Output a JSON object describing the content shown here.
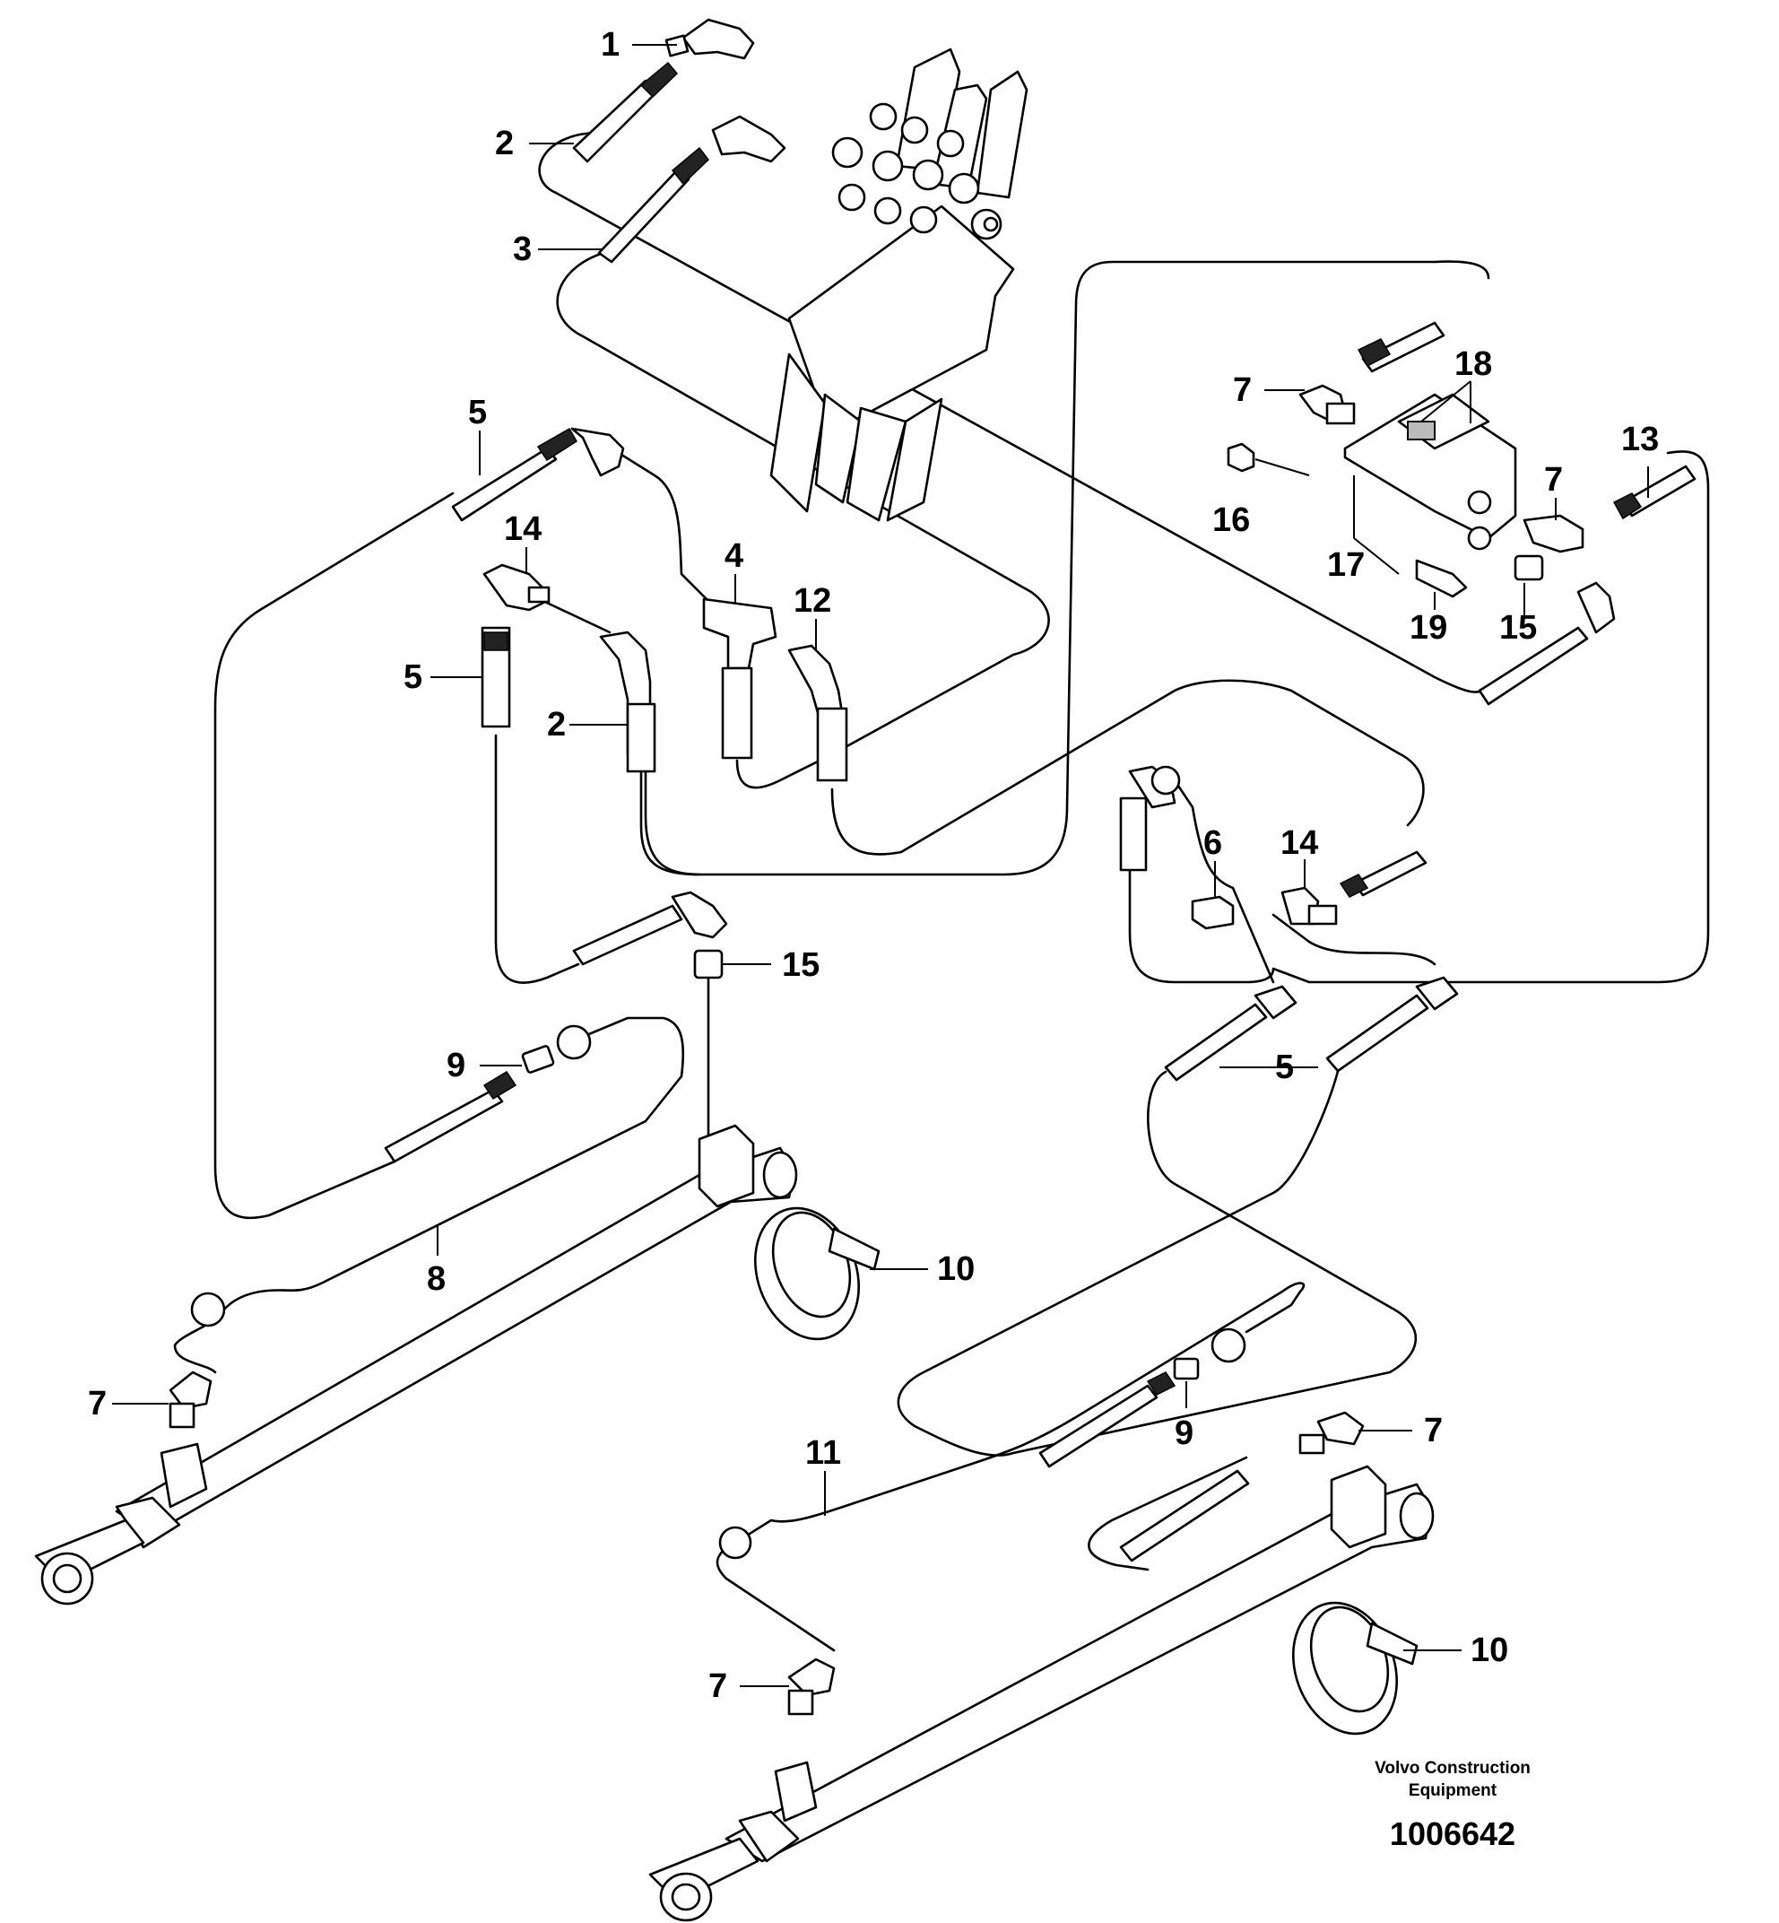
{
  "callouts": [
    "1",
    "2",
    "3",
    "5",
    "14",
    "4",
    "12",
    "5",
    "2",
    "7",
    "18",
    "16",
    "17",
    "19",
    "7",
    "15",
    "13",
    "6",
    "14",
    "15",
    "9",
    "5",
    "8",
    "10",
    "7",
    "9",
    "7",
    "11",
    "7",
    "10"
  ],
  "brand": {
    "line1": "Volvo Construction",
    "line2": "Equipment"
  },
  "part_number": "1006642"
}
